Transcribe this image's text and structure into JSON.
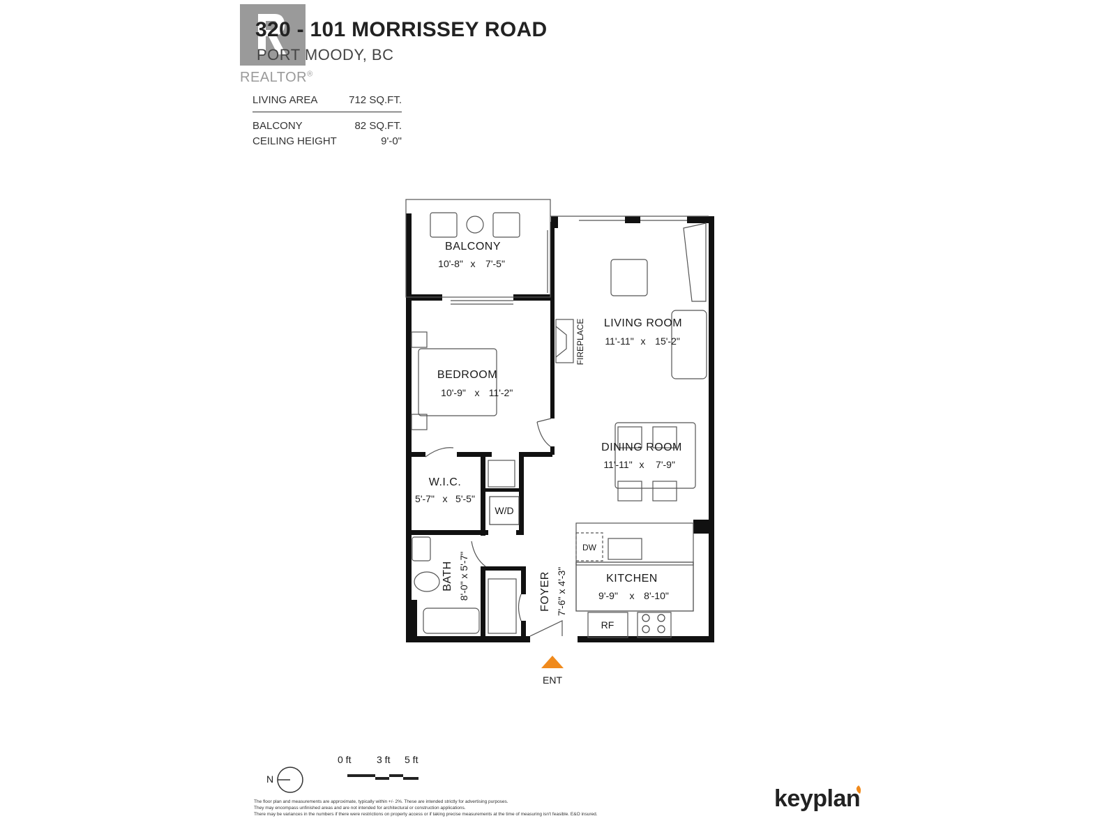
{
  "header": {
    "brand_text": "REALTOR",
    "brand_mark": "®",
    "address": "320 - 101 MORRISSEY ROAD",
    "city": "PORT MOODY, BC"
  },
  "stats": [
    {
      "label": "LIVING AREA",
      "value": "712 SQ.FT."
    },
    {
      "label": "BALCONY",
      "value": "82 SQ.FT."
    },
    {
      "label": "CEILING HEIGHT",
      "value": "9'-0\""
    }
  ],
  "rooms": {
    "balcony": {
      "name": "BALCONY",
      "w": "10'-8\"",
      "x": "x",
      "h": "7'-5\""
    },
    "living": {
      "name": "LIVING ROOM",
      "w": "11'-11\"",
      "x": "x",
      "h": "15'-2\""
    },
    "fireplace": {
      "name": "FIREPLACE"
    },
    "bedroom": {
      "name": "BEDROOM",
      "w": "10'-9\"",
      "x": "x",
      "h": "11'-2\""
    },
    "dining": {
      "name": "DINING ROOM",
      "w": "11'-11\"",
      "x": "x",
      "h": "7'-9\""
    },
    "wic": {
      "name": "W.I.C.",
      "w": "5'-7\"",
      "x": "x",
      "h": "5'-5\""
    },
    "wd": {
      "name": "W/D"
    },
    "dw": {
      "name": "DW"
    },
    "bath": {
      "name": "BATH",
      "dims": "8'-0\"  x  5'-7\""
    },
    "foyer": {
      "name": "FOYER",
      "dims": "7'-6\"  x  4'-3\""
    },
    "kitchen": {
      "name": "KITCHEN",
      "w": "9'-9\"",
      "x": "x",
      "h": "8'-10\""
    },
    "rf": {
      "name": "RF"
    }
  },
  "entrance": {
    "label": "ENT",
    "color": "#f08a1c"
  },
  "compass": {
    "label": "N",
    "icon": "north-arrow-icon"
  },
  "scale": {
    "labels": [
      "0 ft",
      "3 ft",
      "5 ft"
    ]
  },
  "disclaimer": [
    "The floor plan and measurements are approximate, typically within +/- 2%. These are intended strictly for advertising purposes.",
    "They may encompass unfinished areas and are not intended for architectural or construction applications.",
    "There may be variances in the numbers if there were restrictions on property access or if taking precise measurements at the time of measuring isn't feasible. E&O insured."
  ],
  "footer": {
    "logo_text": "keyplan",
    "accent": "#f08a1c"
  },
  "colors": {
    "wall": "#111111",
    "fixture": "#888888",
    "brand_gray": "#9a9a9a"
  }
}
